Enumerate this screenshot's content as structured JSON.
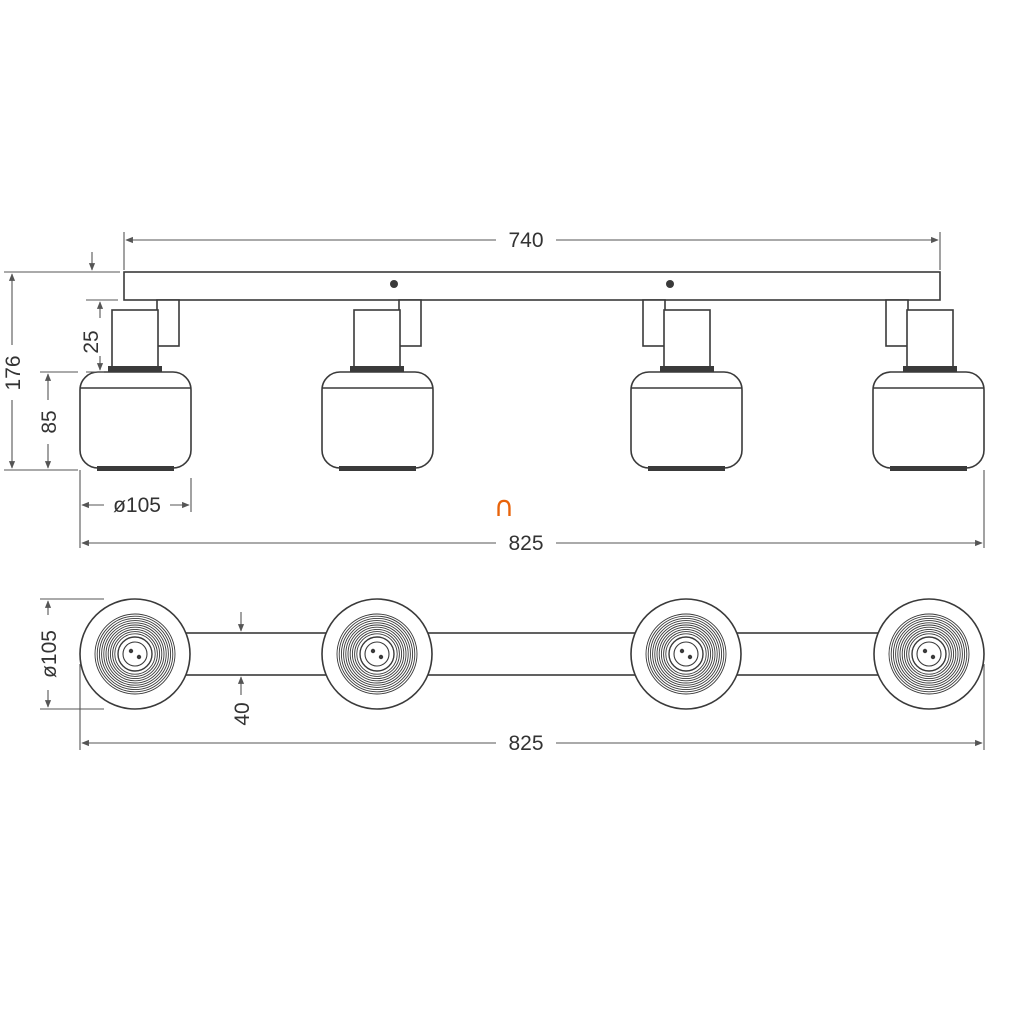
{
  "dimensions": {
    "top_width": "740",
    "total_height": "176",
    "arm_height": "25",
    "shade_height": "85",
    "shade_diameter": "ø105",
    "front_width": "825",
    "plan_diameter": "ø105",
    "bar_width": "40",
    "plan_width": "825"
  },
  "symbol": {
    "glyph": "∩",
    "color": "#e8630a"
  },
  "spot_count": 4
}
